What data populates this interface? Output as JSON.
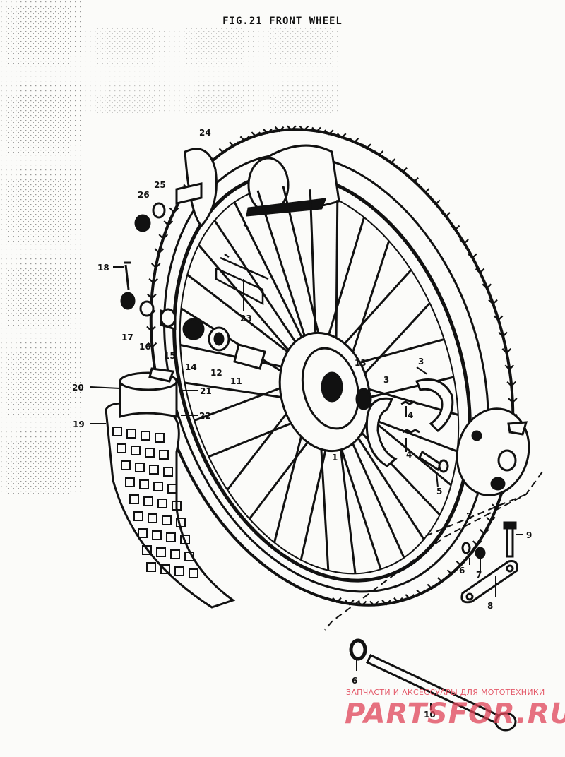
{
  "title": "FIG.21   FRONT WHEEL",
  "watermark": {
    "caption": "ЗАПЧАСТИ И АКСЕССУАРЫ ДЛЯ МОТОТЕХНИКИ",
    "logo": "PARTSFOR.RU"
  },
  "callouts": {
    "c1": "1",
    "c2": "2",
    "c3a": "3",
    "c3b": "3",
    "c4a": "4",
    "c4b": "4",
    "c5": "5",
    "c6a": "6",
    "c6b": "6",
    "c7": "7",
    "c8": "8",
    "c9": "9",
    "c10": "10",
    "c11": "11",
    "c12": "12",
    "c13": "13",
    "c14": "14",
    "c15": "15",
    "c16": "16",
    "c17": "17",
    "c18": "18",
    "c19": "19",
    "c20": "20",
    "c21": "21",
    "c22": "22",
    "c23": "23",
    "c24": "24",
    "c25": "25",
    "c26": "26"
  },
  "colors": {
    "ink": "#111111",
    "paper": "#fbfbf9",
    "watermark": "#e04458"
  }
}
